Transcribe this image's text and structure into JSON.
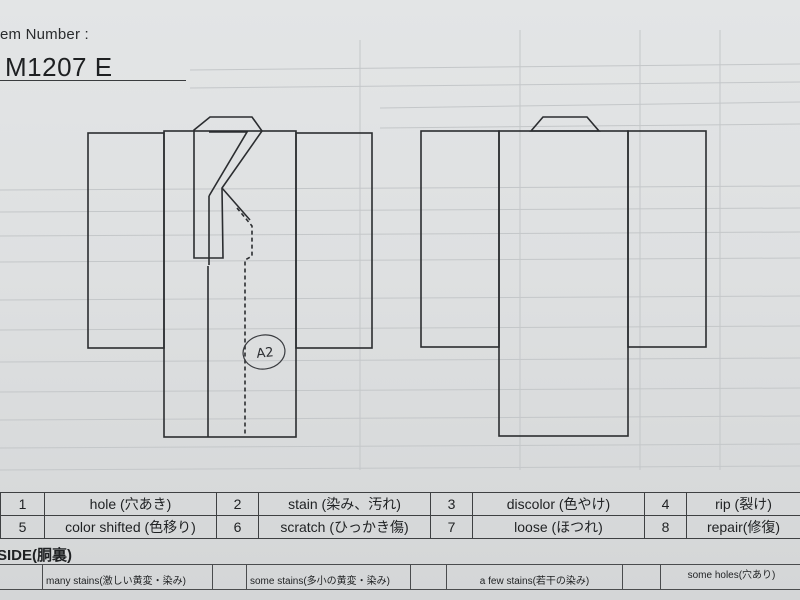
{
  "header": {
    "item_number_label": "em Number :",
    "item_number_value": "M1207 E"
  },
  "diagram": {
    "front_mark": "A2"
  },
  "legend": [
    {
      "num": "1",
      "label": "hole (穴あき)"
    },
    {
      "num": "2",
      "label": "stain (染み、汚れ)"
    },
    {
      "num": "3",
      "label": "discolor (色やけ)"
    },
    {
      "num": "4",
      "label": "rip (裂け)"
    },
    {
      "num": "5",
      "label": "color shifted (色移り)"
    },
    {
      "num": "6",
      "label": "scratch (ひっかき傷)"
    },
    {
      "num": "7",
      "label": "loose (ほつれ)"
    },
    {
      "num": "8",
      "label": "repair(修復)"
    }
  ],
  "inside": {
    "title": "SIDE(胴裏)",
    "options": [
      "many stains(激しい黄変・染み)",
      "some stains(多小の黄変・染み)",
      "a few stains(若干の染み)",
      "some holes(穴あり)"
    ]
  }
}
